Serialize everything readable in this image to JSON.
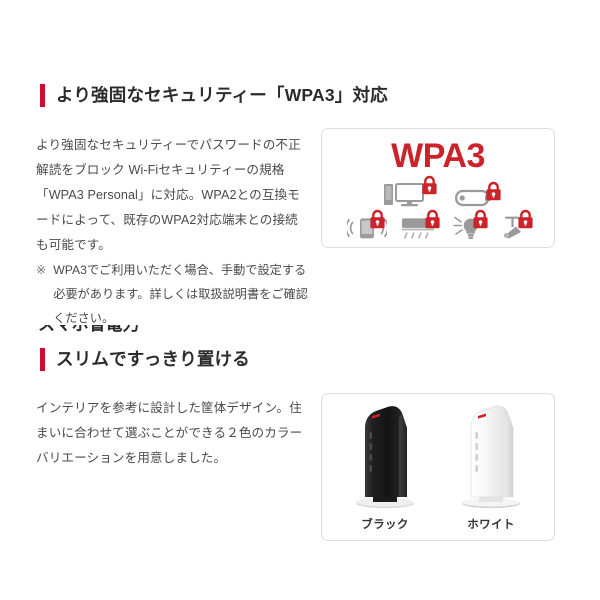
{
  "page": {
    "background_color": "#ffffff",
    "accent_color": "#c8102e",
    "wpa3_color": "#cc2229"
  },
  "sections": [
    {
      "id": "wpa3",
      "heading": "より強固なセキュリティー「WPA3」対応",
      "paragraph": "より強固なセキュリティーでパスワードの不正解読をブロック\nWi-Fiセキュリティーの規格「WPA3 Personal」に対応。WPA2との互換モードによって、既存のWPA2対応端末との接続も可能です。",
      "note": {
        "mark": "※",
        "text": "WPA3でご利用いただく場合、手動で設定する必要があります。詳しくは取扱説明書をご確認ください。"
      },
      "image": {
        "name": "wpa3-diagram",
        "title": "WPA3",
        "devices_row1": [
          "desktop-pc",
          "tablet"
        ],
        "devices_row2": [
          "smartphone-wifi",
          "air-conditioner",
          "light-bulb",
          "security-camera"
        ],
        "badge": "lock"
      }
    },
    {
      "id": "clipped",
      "clipped_heading": "スマホ省電力"
    },
    {
      "id": "slim-design",
      "heading": "スリムですっきり置ける",
      "paragraph": "インテリアを参考に設計した筐体デザイン。住まいに合わせて選ぶことができる２色のカラーバリエーションを用意しました。",
      "image": {
        "name": "router-color-variations",
        "routers": [
          {
            "color_name": "ブラック",
            "swatch": "#1c1c1c"
          },
          {
            "color_name": "ホワイト",
            "swatch": "#f4f4f4"
          }
        ]
      }
    }
  ]
}
